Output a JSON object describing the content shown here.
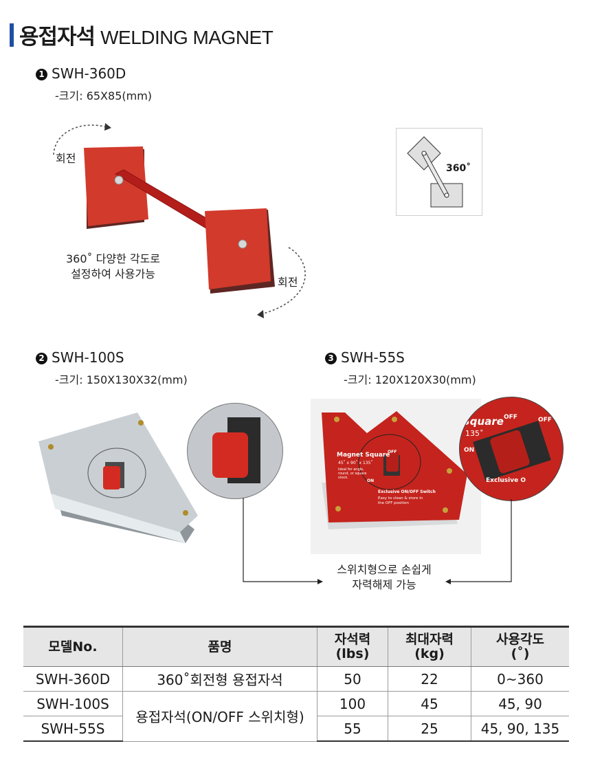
{
  "header": {
    "title_ko": "용접자석",
    "title_en": "WELDING MAGNET"
  },
  "products": [
    {
      "num": "1",
      "model": "SWH-360D",
      "size": "-크기: 65X85(mm)"
    },
    {
      "num": "2",
      "model": "SWH-100S",
      "size": "-크기: 150X130X32(mm)"
    },
    {
      "num": "3",
      "model": "SWH-55S",
      "size": "-크기: 120X120X30(mm)"
    }
  ],
  "annotations": {
    "rotate_top": "회전",
    "rotate_bottom": "회전",
    "angle_line1": "360˚ 다양한 각도로",
    "angle_line2": "설정하여 사용가능",
    "diagram_angle": "360˚",
    "switch_line1": "스위치형으로 손쉽게",
    "switch_line2": "자력해제 가능"
  },
  "magnet_labels": {
    "brand": "Magnet Square",
    "angles": "45˚ x 90˚ x 135˚",
    "small_text": "Ideal for angle, round, or square stock.",
    "on": "ON",
    "off": "OFF",
    "exclusive": "Exclusive ON/OFF Switch",
    "easy": "Easy to clean & store in the OFF position",
    "zoom_brand": "Square",
    "zoom_angle": "135˚",
    "zoom_exclusive": "Exclusive O"
  },
  "table": {
    "headers": [
      "모델No.",
      "품명",
      "자석력\n(lbs)",
      "최대자력\n(kg)",
      "사용각도\n(˚)"
    ],
    "rows": [
      {
        "model": "SWH-360D",
        "name": "360˚회전형 용접자석",
        "lbs": "50",
        "kg": "22",
        "angle": "0~360"
      },
      {
        "model": "SWH-100S",
        "name": "용접자석(ON/OFF 스위치형)",
        "lbs": "100",
        "kg": "45",
        "angle": "45, 90"
      },
      {
        "model": "SWH-55S",
        "name": "",
        "lbs": "55",
        "kg": "25",
        "angle": "45, 90, 135"
      }
    ]
  },
  "colors": {
    "accent": "#1f4fa3",
    "magnet_red": "#c8231d",
    "table_header_bg": "#e6e6e6"
  }
}
